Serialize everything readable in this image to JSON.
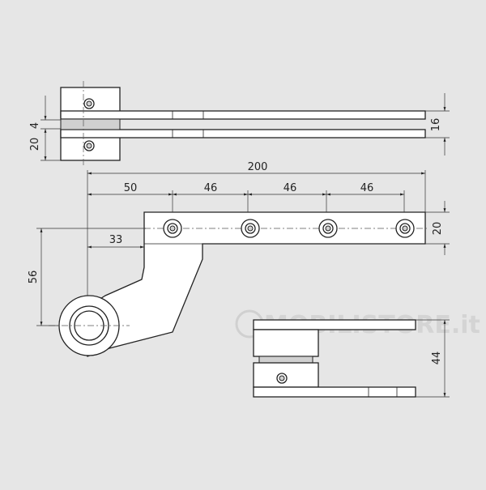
{
  "drawing": {
    "dimensions": {
      "top_gap": "4",
      "top_height": "20",
      "top_thickness": "16",
      "overall_length": "200",
      "first_hole": "50",
      "pitch_1": "46",
      "pitch_2": "46",
      "pitch_3": "46",
      "arm_width": "20",
      "pivot_offset": "33",
      "pivot_drop": "56",
      "side_height": "44"
    },
    "watermark": "MOBILISTORE.it"
  }
}
